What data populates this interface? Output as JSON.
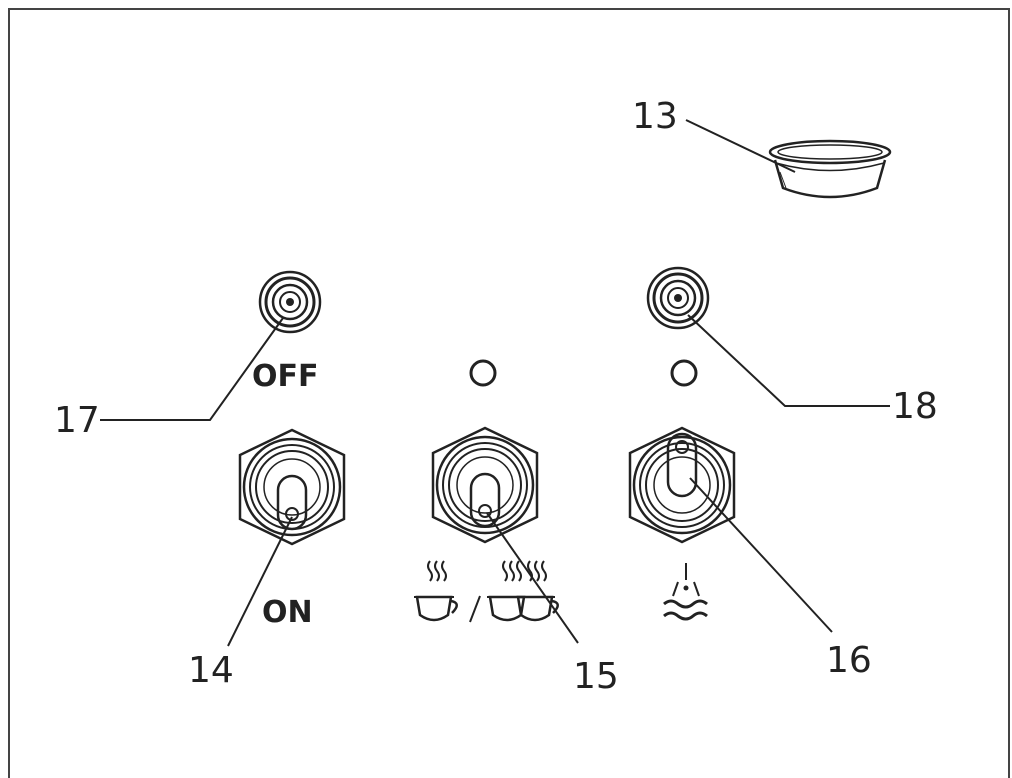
{
  "diagram": {
    "labels": {
      "off": "OFF",
      "on": "ON"
    },
    "callouts": {
      "c13": "13",
      "c14": "14",
      "c15": "15",
      "c16": "16",
      "c17": "17",
      "c18": "18"
    },
    "icons": {
      "single_double_cup": "cup-single-double-icon",
      "steam": "steam-icon"
    }
  }
}
